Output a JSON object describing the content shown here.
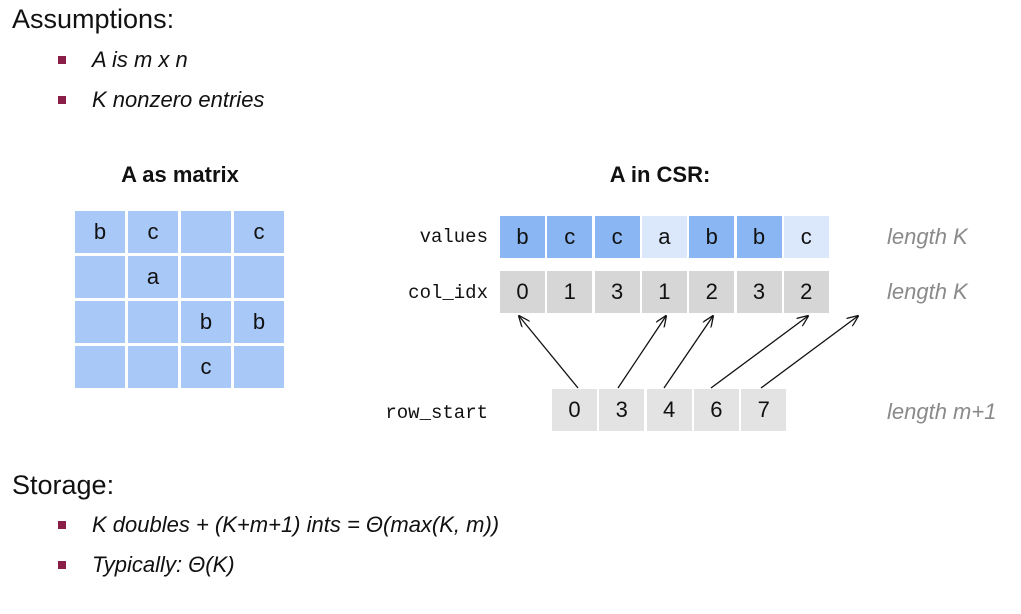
{
  "assumptions": {
    "heading": "Assumptions:",
    "items": [
      "A is m x n",
      "K nonzero entries"
    ]
  },
  "matrix": {
    "title": "A as matrix",
    "cells": [
      [
        "b",
        "c",
        "",
        "c"
      ],
      [
        "",
        "a",
        "",
        ""
      ],
      [
        "",
        "",
        "b",
        "b"
      ],
      [
        "",
        "",
        "c",
        ""
      ]
    ]
  },
  "csr": {
    "title": "A in CSR:",
    "values": {
      "label": "values",
      "items": [
        "b",
        "c",
        "c",
        "a",
        "b",
        "b",
        "c"
      ],
      "length": "length K"
    },
    "col_idx": {
      "label": "col_idx",
      "items": [
        "0",
        "1",
        "3",
        "1",
        "2",
        "3",
        "2"
      ],
      "length": "length K"
    },
    "row_start": {
      "label": "row_start",
      "items": [
        "0",
        "3",
        "4",
        "6",
        "7"
      ],
      "length": "length m+1"
    }
  },
  "storage": {
    "heading": "Storage:",
    "items": [
      "K doubles + (K+m+1) ints = Θ(max(K, m))",
      "Typically: Θ(K)"
    ]
  }
}
